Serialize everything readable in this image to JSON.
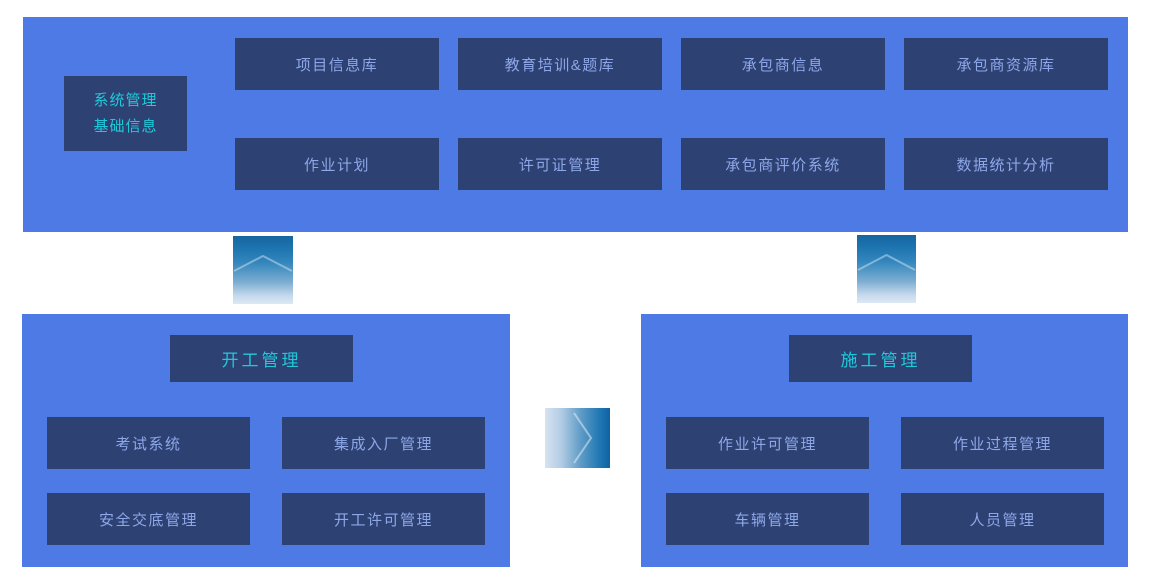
{
  "top_panel": {
    "label_line1": "系统管理",
    "label_line2": "基础信息",
    "row1": [
      "项目信息库",
      "教育培训&题库",
      "承包商信息",
      "承包商资源库"
    ],
    "row2": [
      "作业计划",
      "许可证管理",
      "承包商评价系统",
      "数据统计分析"
    ]
  },
  "left_panel": {
    "title": "开工管理",
    "items": [
      "考试系统",
      "集成入厂管理",
      "安全交底管理",
      "开工许可管理"
    ]
  },
  "right_panel": {
    "title": "施工管理",
    "items": [
      "作业许可管理",
      "作业过程管理",
      "车辆管理",
      "人员管理"
    ]
  },
  "icons": {
    "connector_up_left": "up-arrow",
    "connector_up_right": "up-arrow",
    "connector_right": "right-arrow"
  },
  "colors": {
    "canvas_background": "#ffffff",
    "panel_blue": "#4e7ae6",
    "node_navy": "#2e4173",
    "node_text": "#8da7e8",
    "accent_cyan": "#20c9d9",
    "arrow_gradient_dark": "#15669f",
    "arrow_gradient_light": "#dde8f4"
  }
}
